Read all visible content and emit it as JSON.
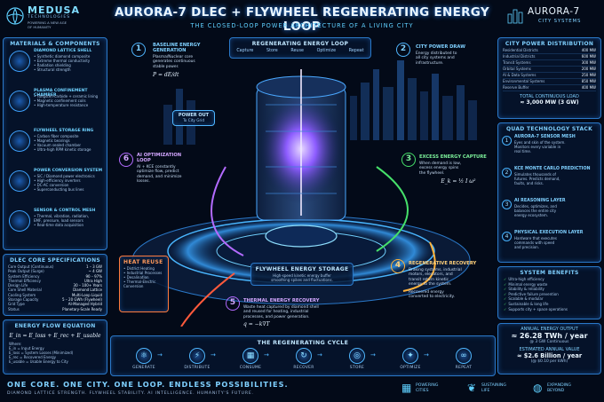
{
  "brand": {
    "name": "MEDUSA",
    "sub": "TECHNOLOGIES",
    "tagline1": "POWERING A NEW AGE",
    "tagline2": "OF HUMANITY"
  },
  "header": {
    "title": "AURORA-7 DLEC + FLYWHEEL REGENERATING ENERGY LOOP",
    "subtitle": "THE CLOSED-LOOP POWER ARCHITECTURE OF A LIVING CITY"
  },
  "city_badge": {
    "name": "AURORA-7",
    "sub": "CITY SYSTEMS"
  },
  "materials": {
    "title": "MATERIALS & COMPONENTS",
    "items": [
      {
        "title": "DIAMOND LATTICE SHELL",
        "lines": [
          "• Synthetic diamond composite",
          "• Extreme thermal conductivity",
          "• Radiation shielding",
          "• Structural strength"
        ]
      },
      {
        "title": "PLASMA CONFINEMENT CHAMBER",
        "lines": [
          "• Tungsten-carbide + ceramic lining",
          "• Magnetic confinement coils",
          "• High-temperature resistance"
        ]
      },
      {
        "title": "FLYWHEEL STORAGE RING",
        "lines": [
          "• Carbon fiber composite",
          "• Magnetic bearings",
          "• Vacuum sealed chamber",
          "• Ultra-high RPM kinetic storage"
        ]
      },
      {
        "title": "POWER CONVERSION SYSTEM",
        "lines": [
          "• SiC / Diamond power electronics",
          "• High-efficiency inverters",
          "• DC-AC conversion",
          "• Superconducting bus lines"
        ]
      },
      {
        "title": "SENSOR & CONTROL MESH",
        "lines": [
          "• Thermal, vibration, radiation,",
          "  EMF, pressure, load sensors",
          "• Real-time data acquisition"
        ]
      }
    ]
  },
  "specs": {
    "title": "DLEC CORE SPECIFICATIONS",
    "rows": [
      [
        "Core Output (Continuous)",
        "1 – 3 GW"
      ],
      [
        "Peak Output (Surge)",
        "~ 4 GW"
      ],
      [
        "System Efficiency",
        "90 – 97%"
      ],
      [
        "Thermal Efficiency",
        "Ultra High"
      ],
      [
        "Design Life",
        "30 – 100+ Years"
      ],
      [
        "Core Shell Material",
        "Diamond Lattice"
      ],
      [
        "Cooling System",
        "Multi-Loop Liquid"
      ],
      [
        "Storage Capacity",
        "5 – 20 GWh (Flywheel)"
      ],
      [
        "Grid Type",
        "AI-Managed Hybrid"
      ],
      [
        "Status",
        "Planetary-Scale Ready"
      ]
    ]
  },
  "equation": {
    "title": "ENERGY FLOW EQUATION",
    "formula": "E_in = E_loss + E_rec + E_usable",
    "where": "Where:",
    "legend": [
      "E_in = Input Energy",
      "E_loss = System Losses (Minimized)",
      "E_rec = Recovered Energy",
      "E_usable = Usable Energy to City"
    ]
  },
  "loop_box": {
    "title": "REGENERATING ENERGY LOOP",
    "steps": [
      "Capture",
      "Store",
      "Reuse",
      "Optimize",
      "Repeat"
    ]
  },
  "callouts": {
    "c1": {
      "num": "1",
      "title": "BASELINE ENERGY GENERATION",
      "body": [
        "Plasma/Nuclear core",
        "generates continuous",
        "stable power."
      ],
      "formula": "P = dE/dt"
    },
    "c2": {
      "num": "2",
      "title": "CITY POWER DRAW",
      "body": [
        "Energy distributed to",
        "all city systems and",
        "infrastructure."
      ]
    },
    "c3": {
      "num": "3",
      "title": "EXCESS ENERGY CAPTURE",
      "body": [
        "When demand is low,",
        "excess energy spins",
        "the flywheel."
      ],
      "formula": "E_k = ½ I ω²"
    },
    "c4": {
      "num": "4",
      "title": "REGENERATIVE RECOVERY",
      "body": [
        "Braking systems, industrial",
        "motors, elevators, and",
        "transit return kinetic",
        "energy to the system.",
        "",
        "Recovered energy",
        "converted to electricity."
      ]
    },
    "c5": {
      "num": "5",
      "title": "THERMAL ENERGY RECOVERY",
      "body": [
        "Waste heat captured by diamond shell",
        "and reused for heating, industrial",
        "processes, and power generation."
      ],
      "formula": "q = −k∇T"
    },
    "c6": {
      "num": "6",
      "title": "AI OPTIMIZATION LOOP",
      "body": [
        "AI + KCE constantly",
        "optimize flow, predict",
        "demand, and minimize",
        "losses."
      ]
    }
  },
  "power_out": {
    "line1": "POWER OUT",
    "line2": "To City Grid"
  },
  "heat_reuse": {
    "title": "HEAT REUSE",
    "lines": [
      "• District Heating",
      "• Industrial Processes",
      "• Desalination",
      "• Thermal-Electric",
      "  Conversion"
    ]
  },
  "flywheel_box": {
    "title": "FLYWHEEL ENERGY STORAGE",
    "body": [
      "High-speed kinetic energy buffer",
      "smoothing spikes and fluctuations."
    ]
  },
  "distribution": {
    "title": "CITY POWER DISTRIBUTION",
    "rows": [
      [
        "Residential Districts",
        "400 MW"
      ],
      [
        "Industrial Districts",
        "600 MW"
      ],
      [
        "Transit Systems",
        "300 MW"
      ],
      [
        "Orbital Systems",
        "200 MW"
      ],
      [
        "AI & Data Systems",
        "250 MW"
      ],
      [
        "Environmental Systems",
        "850 MW"
      ],
      [
        "Reserve Buffer",
        "400 MW"
      ]
    ],
    "total_label": "TOTAL CONTINUOUS LOAD",
    "total_value": "≈ 3,000 MW (3 GW)"
  },
  "quad": {
    "title": "QUAD TECHNOLOGY STACK",
    "items": [
      {
        "num": "1",
        "title": "AURORA-7 SENSOR MESH",
        "lines": [
          "Eyes and skin of the system.",
          "Monitors every variable in",
          "real time."
        ]
      },
      {
        "num": "2",
        "title": "KCE MONTE CARLO PREDICTION",
        "lines": [
          "Simulates thousands of",
          "futures. Predicts demand,",
          "faults, and risks."
        ]
      },
      {
        "num": "3",
        "title": "AI REASONING LAYER",
        "lines": [
          "Decides, optimizes, and",
          "balances the entire city",
          "energy ecosystem."
        ]
      },
      {
        "num": "4",
        "title": "PHYSICAL EXECUTION LAYER",
        "lines": [
          "Hardware that executes",
          "commands with speed",
          "and precision."
        ]
      }
    ]
  },
  "benefits": {
    "title": "SYSTEM BENEFITS",
    "items": [
      "Ultra-high efficiency",
      "Minimal energy waste",
      "Stability & reliability",
      "Predictive failure prevention",
      "Scalable & modular",
      "Sustainable & long life",
      "Supports city + space operations"
    ]
  },
  "annual": {
    "label": "ANNUAL ENERGY OUTPUT",
    "value": "≈ 26.28 TWh / year",
    "sub": "@ 3 GW Continuous",
    "value_label": "ESTIMATED ANNUAL VALUE",
    "value2": "≈ $2.6 Billion / year",
    "sub2": "(@ $0.10 per kWh)"
  },
  "cycle": {
    "title": "THE REGENERATING CYCLE",
    "steps": [
      {
        "label": "GENERATE",
        "icon": "⚛"
      },
      {
        "label": "DISTRIBUTE",
        "icon": "⚡"
      },
      {
        "label": "CONSUME",
        "icon": "▦"
      },
      {
        "label": "RECOVER",
        "icon": "↻"
      },
      {
        "label": "STORE",
        "icon": "◎"
      },
      {
        "label": "OPTIMIZE",
        "icon": "✦"
      },
      {
        "label": "REPEAT",
        "icon": "∞"
      }
    ]
  },
  "footer": {
    "line1": "ONE CORE. ONE CITY. ONE LOOP. ENDLESS POSSIBILITIES.",
    "line2": "DIAMOND LATTICE STRENGTH. FLYWHEEL STABILITY. AI INTELLIGENCE. HUMANITY'S FUTURE.",
    "badges": [
      {
        "l1": "POWERING",
        "l2": "CITIES"
      },
      {
        "l1": "SUSTAINING",
        "l2": "LIFE"
      },
      {
        "l1": "EXPANDING",
        "l2": "BEYOND"
      }
    ]
  },
  "colors": {
    "accent": "#2a78c8",
    "cyan": "#54d4ff",
    "green": "#46e06a",
    "orange": "#ffb23a",
    "purple": "#b36bff",
    "red": "#ff5a3c"
  }
}
